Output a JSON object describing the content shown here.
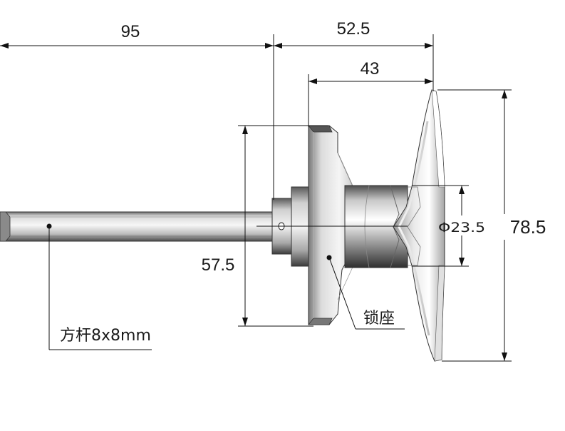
{
  "dimensions": {
    "shaft_length": "95",
    "body_width": "52.5",
    "seat_width": "43",
    "seat_height": "57.5",
    "neck_diameter": "Φ23.5",
    "handle_height": "78.5"
  },
  "labels": {
    "shaft": "方杆8x8mm",
    "lock_seat": "锁座"
  }
}
